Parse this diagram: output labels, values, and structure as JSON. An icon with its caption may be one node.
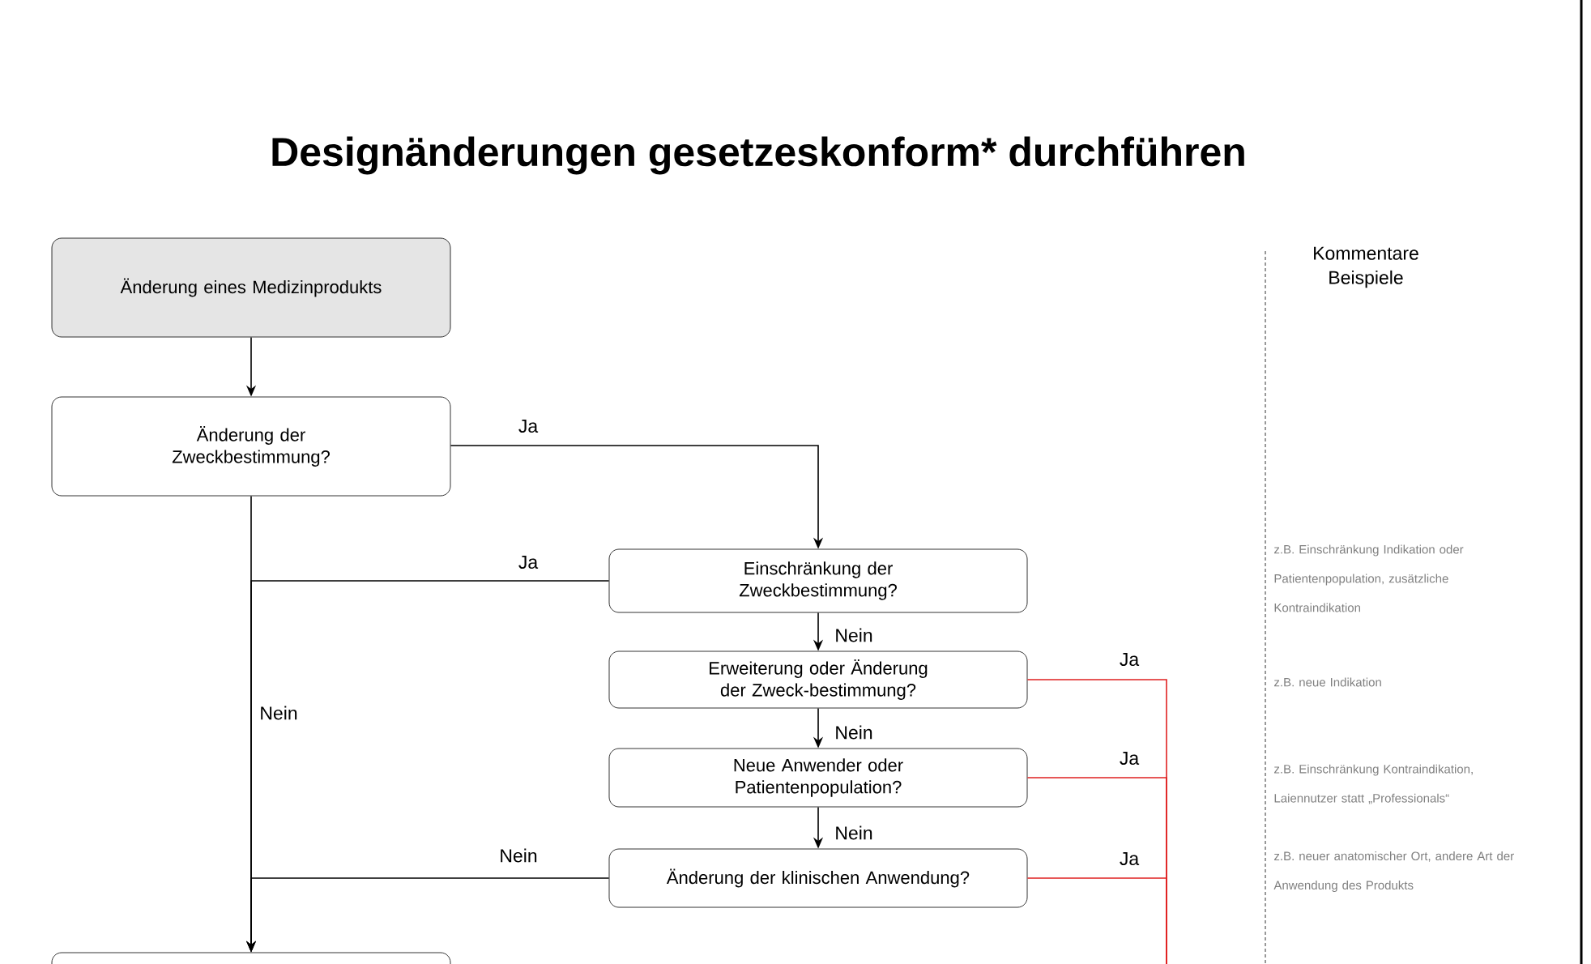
{
  "diagram": {
    "title": "Designänderungen gesetzeskonform* durchführen",
    "nodes": [
      {
        "text": [
          "Änderung eines Medizinprodukts"
        ]
      },
      {
        "text": [
          "Änderung der Zweckbestimmung?"
        ]
      },
      {
        "text": [
          "Einschränkung der Zweckbestimmung?"
        ]
      },
      {
        "text": [
          "Erweiterung oder Änderung der Zweck-bestimmung?"
        ]
      },
      {
        "text": [
          "Neue Anwender oder Patientenpopulation?"
        ]
      },
      {
        "text": [
          "Änderung der klinischen Anwendung?"
        ]
      },
      {
        "text": [],
        "shape": "box"
      }
    ],
    "edges": [
      {
        "from": 0,
        "to": 1,
        "arrow": "to"
      },
      {
        "from": 1,
        "to": 2,
        "arrow": "to",
        "label": "Ja"
      },
      {
        "from": 2,
        "to": 6,
        "arrow": "to",
        "label": "Ja"
      },
      {
        "from": 2,
        "to": 3,
        "arrow": "to",
        "label": "Nein"
      },
      {
        "from": 1,
        "to": 6,
        "arrow": "to",
        "label": "Nein"
      },
      {
        "from": 3,
        "to": 4,
        "arrow": "to",
        "label": "Nein"
      },
      {
        "from": 4,
        "to": 5,
        "arrow": "to",
        "label": "Nein"
      },
      {
        "from": 5,
        "to": 6,
        "arrow": "to",
        "label": "Nein"
      },
      {
        "from": 3,
        "to": null,
        "arrow": "none",
        "label": "Ja",
        "color": "#e02020"
      },
      {
        "from": 4,
        "to": null,
        "arrow": "none",
        "label": "Ja",
        "color": "#e02020"
      },
      {
        "from": 5,
        "to": null,
        "arrow": "none",
        "label": "Ja",
        "color": "#e02020"
      }
    ],
    "labels": [
      "Kommentare Beispiele",
      "z.B. Einschränkung Indikation oder Patientenpopulation, zusätzliche Kontraindikation",
      "z.B. neue Indikation",
      "z.B. Einschränkung Kontraindikation, Laiennutzer statt „Professionals“",
      "z.B. neuer anatomischer Ort, andere Art der Anwendung des Produkts"
    ]
  }
}
